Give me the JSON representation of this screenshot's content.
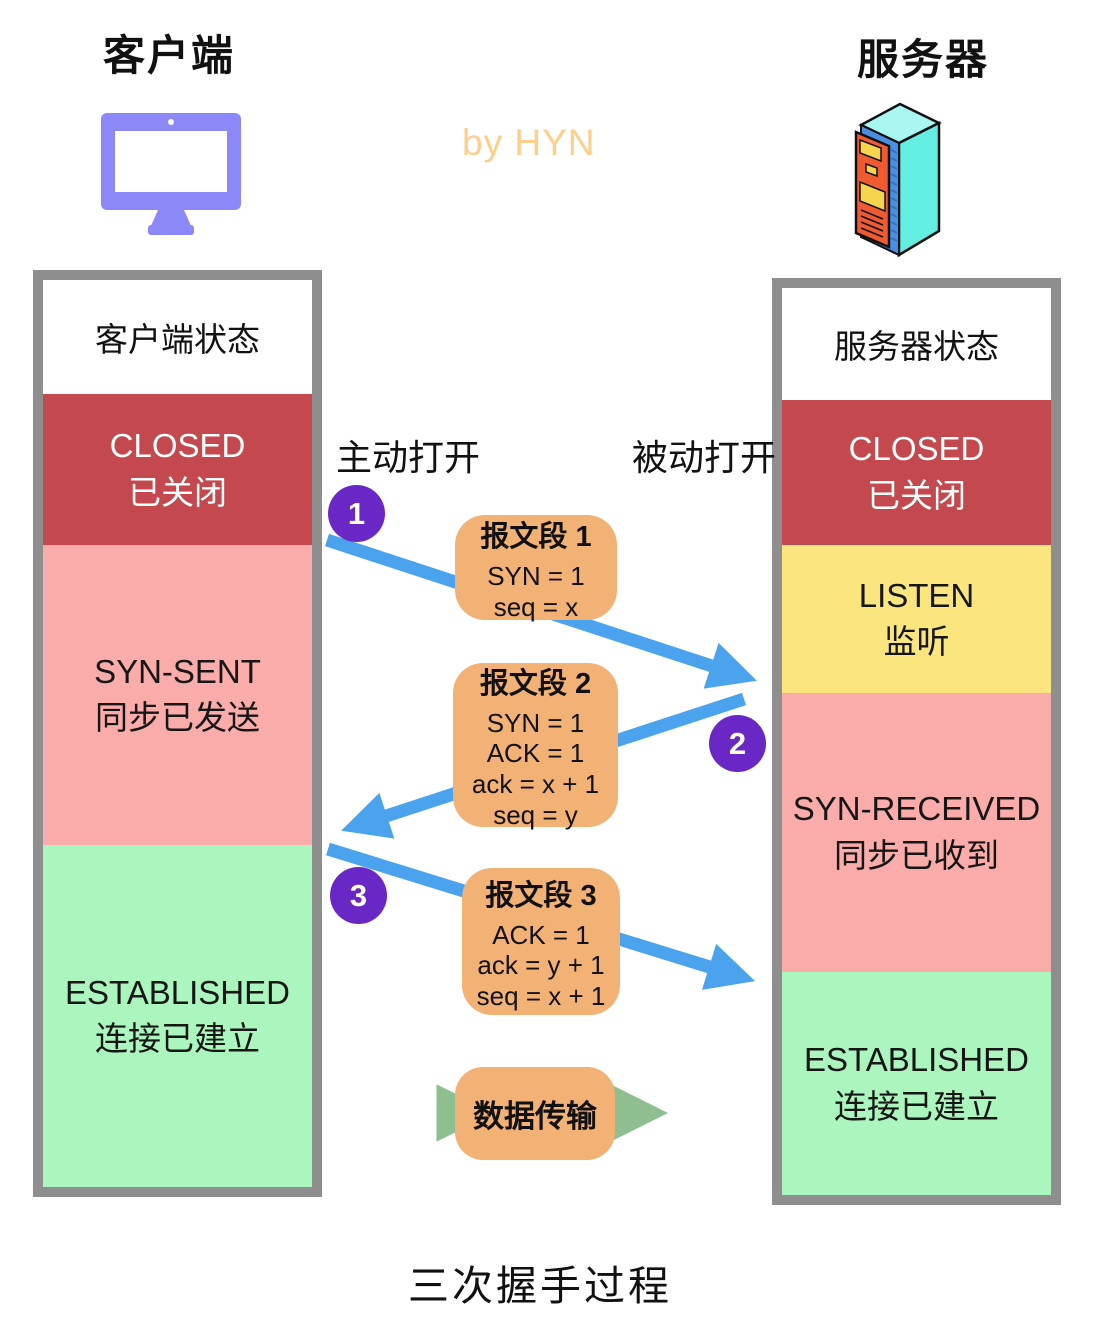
{
  "watermark": "by HYN",
  "title": "三次握手过程",
  "client": {
    "label": "客户端",
    "column_header": "客户端状态",
    "open_label": "主动打开",
    "icon": "monitor-icon",
    "states": [
      {
        "name": "CLOSED",
        "desc": "已关闭",
        "color": "#C4494E"
      },
      {
        "name": "SYN-SENT",
        "desc": "同步已发送",
        "color": "#F9ACA9"
      },
      {
        "name": "ESTABLISHED",
        "desc": "连接已建立",
        "color": "#ABF5BF"
      }
    ]
  },
  "server": {
    "label": "服务器",
    "column_header": "服务器状态",
    "open_label": "被动打开",
    "icon": "server-rack-icon",
    "states": [
      {
        "name": "CLOSED",
        "desc": "已关闭",
        "color": "#C4494E"
      },
      {
        "name": "LISTEN",
        "desc": "监听",
        "color": "#FBE57F"
      },
      {
        "name": "SYN-RECEIVED",
        "desc": "同步已收到",
        "color": "#F9ACA9"
      },
      {
        "name": "ESTABLISHED",
        "desc": "连接已建立",
        "color": "#ABF5BF"
      }
    ]
  },
  "segments": [
    {
      "step": "1",
      "title": "报文段 1",
      "fields": [
        "SYN = 1",
        "seq = x"
      ],
      "direction": "client-to-server"
    },
    {
      "step": "2",
      "title": "报文段 2",
      "fields": [
        "SYN = 1",
        "ACK = 1",
        "ack = x + 1",
        "seq = y"
      ],
      "direction": "server-to-client"
    },
    {
      "step": "3",
      "title": "报文段 3",
      "fields": [
        "ACK = 1",
        "ack = y + 1",
        "seq = x + 1"
      ],
      "direction": "client-to-server"
    }
  ],
  "data_transfer_label": "数据传输",
  "colors": {
    "red": "#C4494E",
    "pink": "#F9ACA9",
    "yellow": "#FBE57F",
    "green": "#ABF5BF",
    "orange-box": "#F2B175",
    "arrow-blue": "#4BA3EE",
    "circle-purple": "#6927C5",
    "dt-green": "#8FBF90",
    "monitor-purple": "#8D88F8",
    "border-gray": "#8E8E8E",
    "watermark-orange": "#FFCE8A"
  }
}
